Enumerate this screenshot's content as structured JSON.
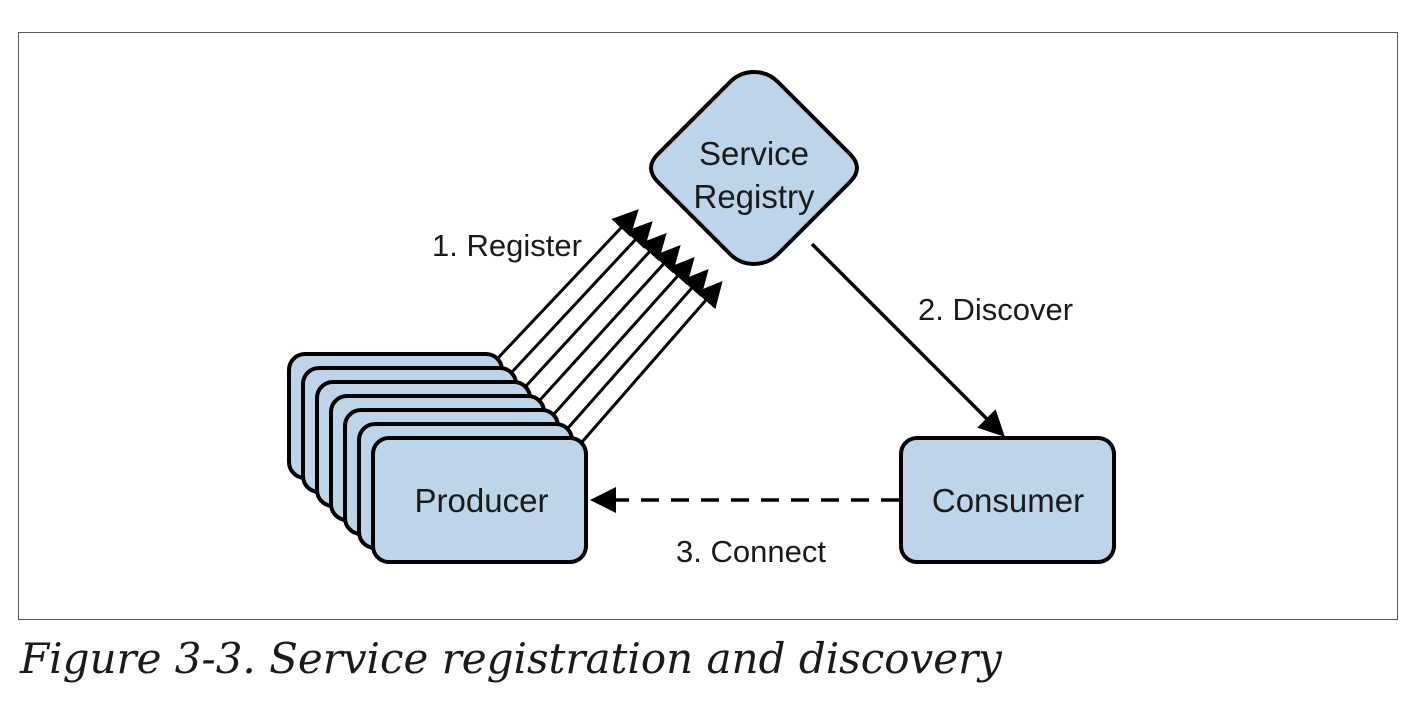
{
  "nodes": {
    "registry": {
      "line1": "Service",
      "line2": "Registry"
    },
    "producer": {
      "label": "Producer",
      "stack_count": 7
    },
    "consumer": {
      "label": "Consumer"
    }
  },
  "edges": {
    "register": {
      "label": "1. Register",
      "count": 7
    },
    "discover": {
      "label": "2. Discover"
    },
    "connect": {
      "label": "3. Connect",
      "style": "dashed"
    }
  },
  "colors": {
    "node_fill": "#bdd4e9",
    "stroke": "#000000"
  },
  "caption": "Figure 3-3. Service registration and discovery"
}
